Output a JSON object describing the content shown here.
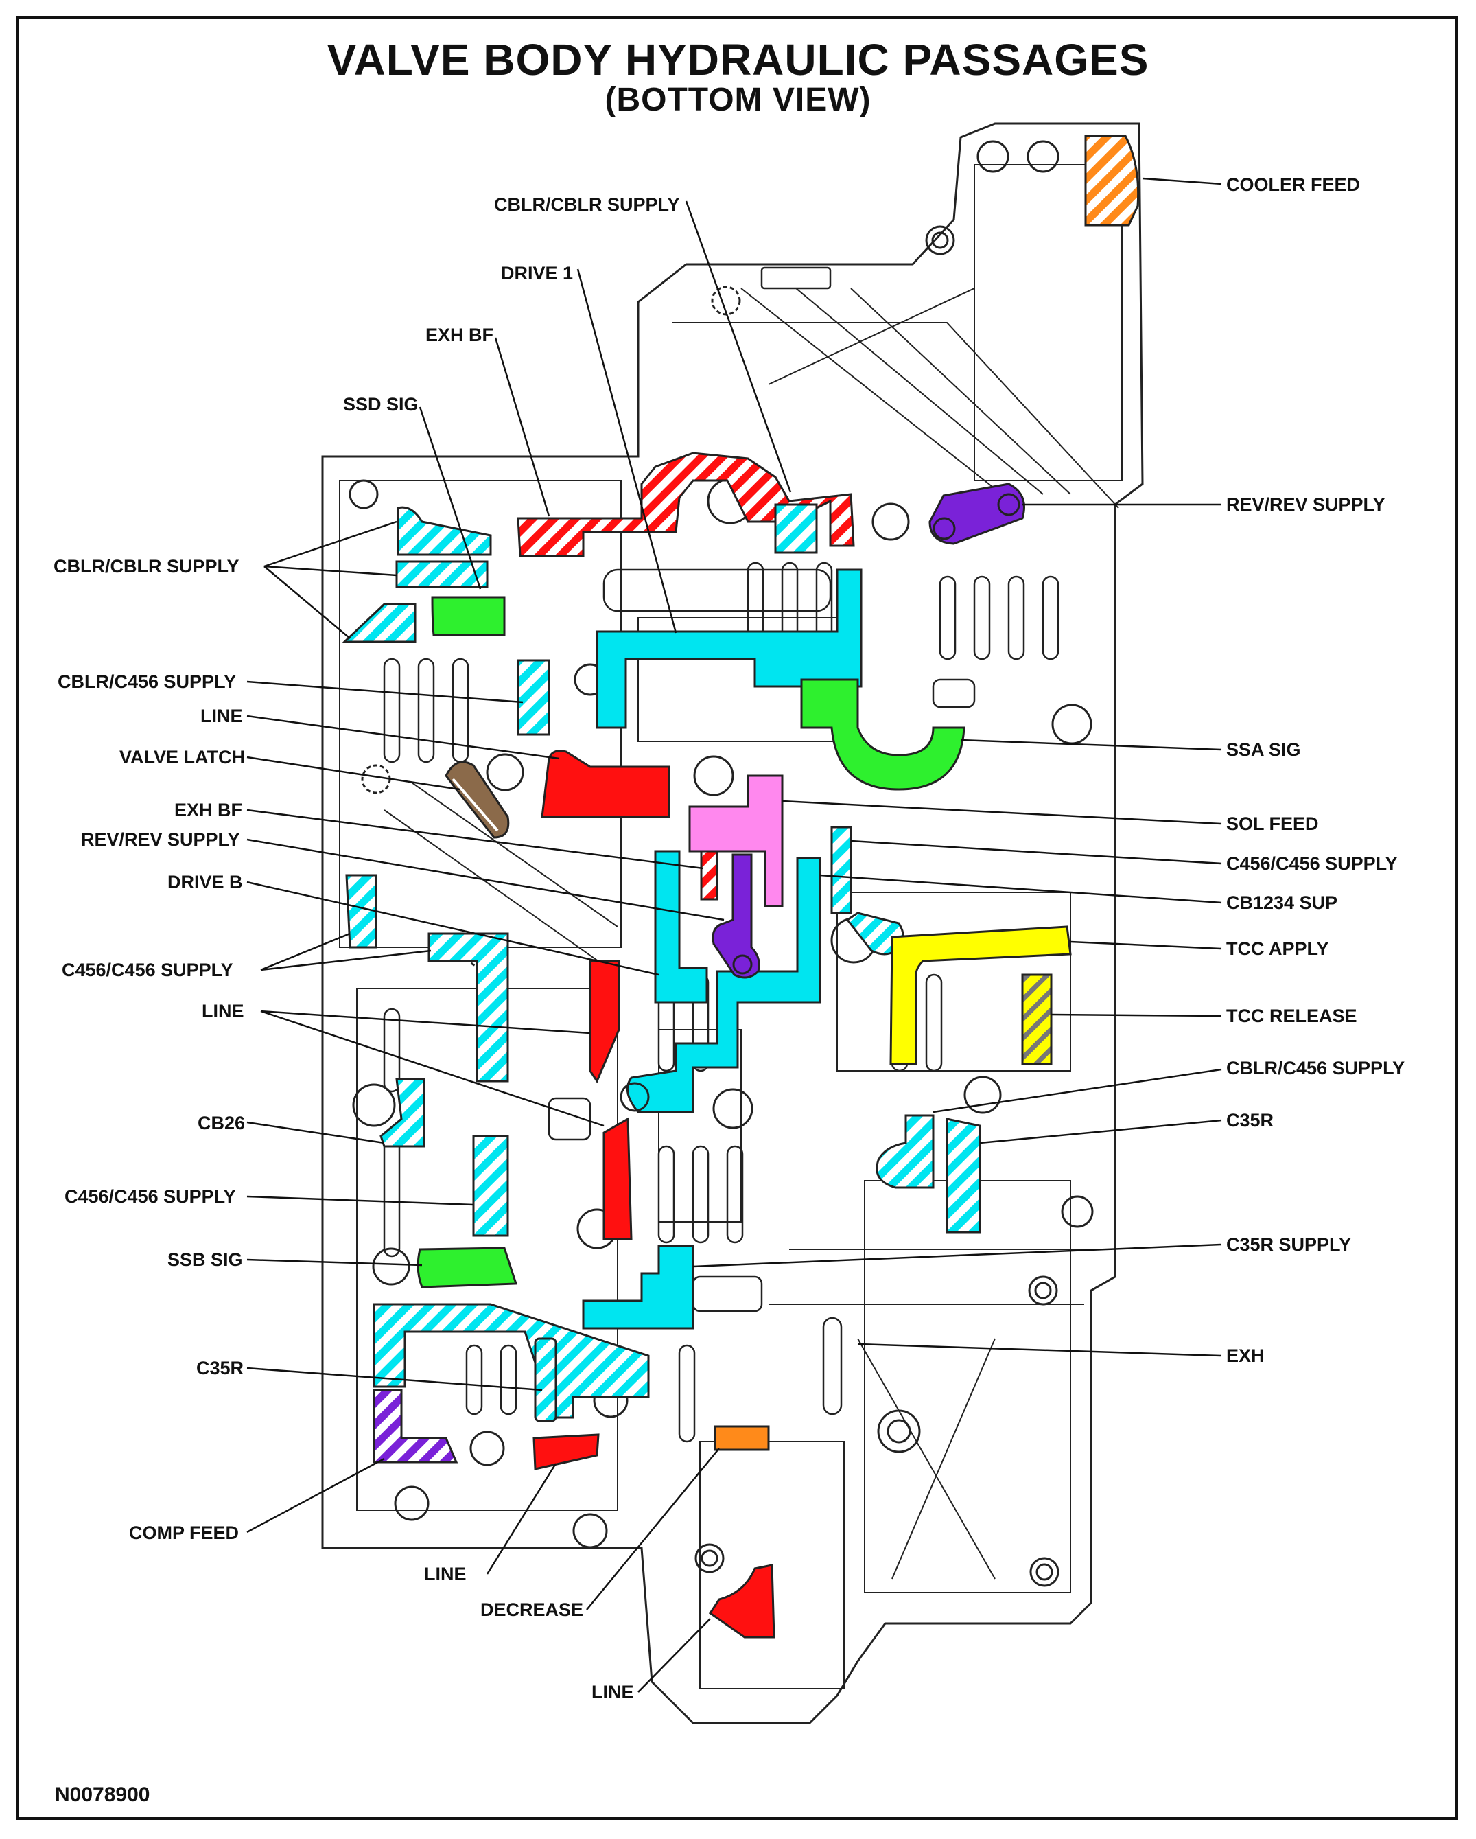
{
  "title": "VALVE BODY HYDRAULIC PASSAGES",
  "subtitle": "(BOTTOM VIEW)",
  "document_id": "N0078900",
  "colors": {
    "cyan": "#00e5f0",
    "red": "#ff1010",
    "green": "#2ef02e",
    "purple": "#7a22d8",
    "magenta": "#ff88ee",
    "yellow": "#ffff00",
    "orange": "#ff8a1a",
    "brown": "#8b6a4a",
    "outline": "#222222"
  },
  "labels": {
    "cooler_feed": "COOLER FEED",
    "cblr_supply_top": "CBLR/CBLR SUPPLY",
    "drive_1": "DRIVE 1",
    "exh_bf_top": "EXH BF",
    "ssd_sig": "SSD SIG",
    "rev_supply_right": "REV/REV SUPPLY",
    "cblr_supply_left": "CBLR/CBLR SUPPLY",
    "cblr_c456_left": "CBLR/C456 SUPPLY",
    "line_1": "LINE",
    "valve_latch": "VALVE LATCH",
    "exh_bf_mid": "EXH BF",
    "rev_supply_left": "REV/REV SUPPLY",
    "drive_b": "DRIVE B",
    "ssa_sig": "SSA SIG",
    "sol_feed": "SOL FEED",
    "c456_right": "C456/C456 SUPPLY",
    "cb1234": "CB1234 SUP",
    "tcc_apply": "TCC APPLY",
    "c456_left_1": "C456/C456 SUPPLY",
    "tcc_release": "TCC RELEASE",
    "line_2": "LINE",
    "cblr_c456_right": "CBLR/C456 SUPPLY",
    "cb26": "CB26",
    "c35r_right": "C35R",
    "c456_left_2": "C456/C456 SUPPLY",
    "ssb_sig": "SSB SIG",
    "c35r_supply": "C35R SUPPLY",
    "exh": "EXH",
    "c35r_left": "C35R",
    "comp_feed": "COMP FEED",
    "line_3": "LINE",
    "decrease": "DECREASE",
    "line_4": "LINE"
  }
}
